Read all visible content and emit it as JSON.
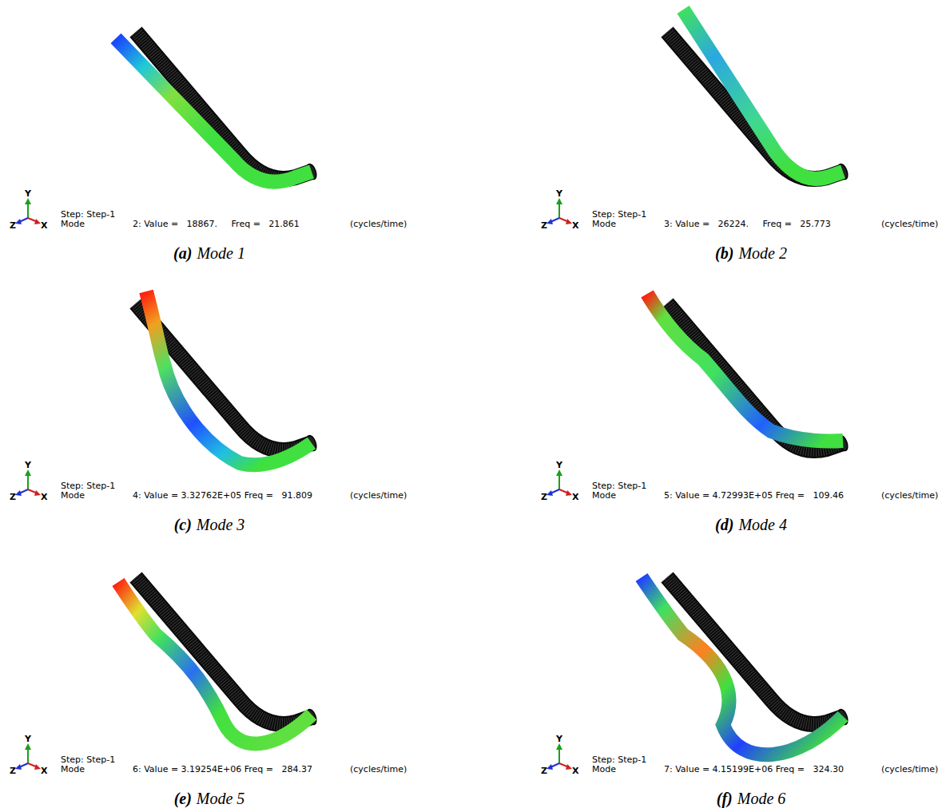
{
  "diagram": {
    "labels": [
      "Y",
      "Z",
      "X",
      "Step: Step-1",
      "Mode",
      "2: Value =   18867.     Freq =   21.861",
      "(cycles/time)",
      "(a)",
      "Mode 1",
      "Y",
      "Z",
      "X",
      "Step: Step-1",
      "Mode",
      "3: Value =   26224.     Freq =   25.773",
      "(cycles/time)",
      "(b)",
      "Mode 2",
      "Y",
      "Z",
      "X",
      "Step: Step-1",
      "Mode",
      "4: Value = 3.32762E+05 Freq =   91.809",
      "(cycles/time)",
      "(c)",
      "Mode 3",
      "Y",
      "Z",
      "X",
      "Step: Step-1",
      "Mode",
      "5: Value = 4.72993E+05 Freq =   109.46",
      "(cycles/time)",
      "(d)",
      "Mode 4",
      "Y",
      "Z",
      "X",
      "Step: Step-1",
      "Mode",
      "6: Value = 3.19254E+06 Freq =   284.37",
      "(cycles/time)",
      "(e)",
      "Mode 5",
      "Y",
      "Z",
      "X",
      "Step: Step-1",
      "Mode",
      "7: Value = 4.15199E+06 Freq =   324.30",
      "(cycles/time)",
      "(f)",
      "Mode 6"
    ]
  }
}
